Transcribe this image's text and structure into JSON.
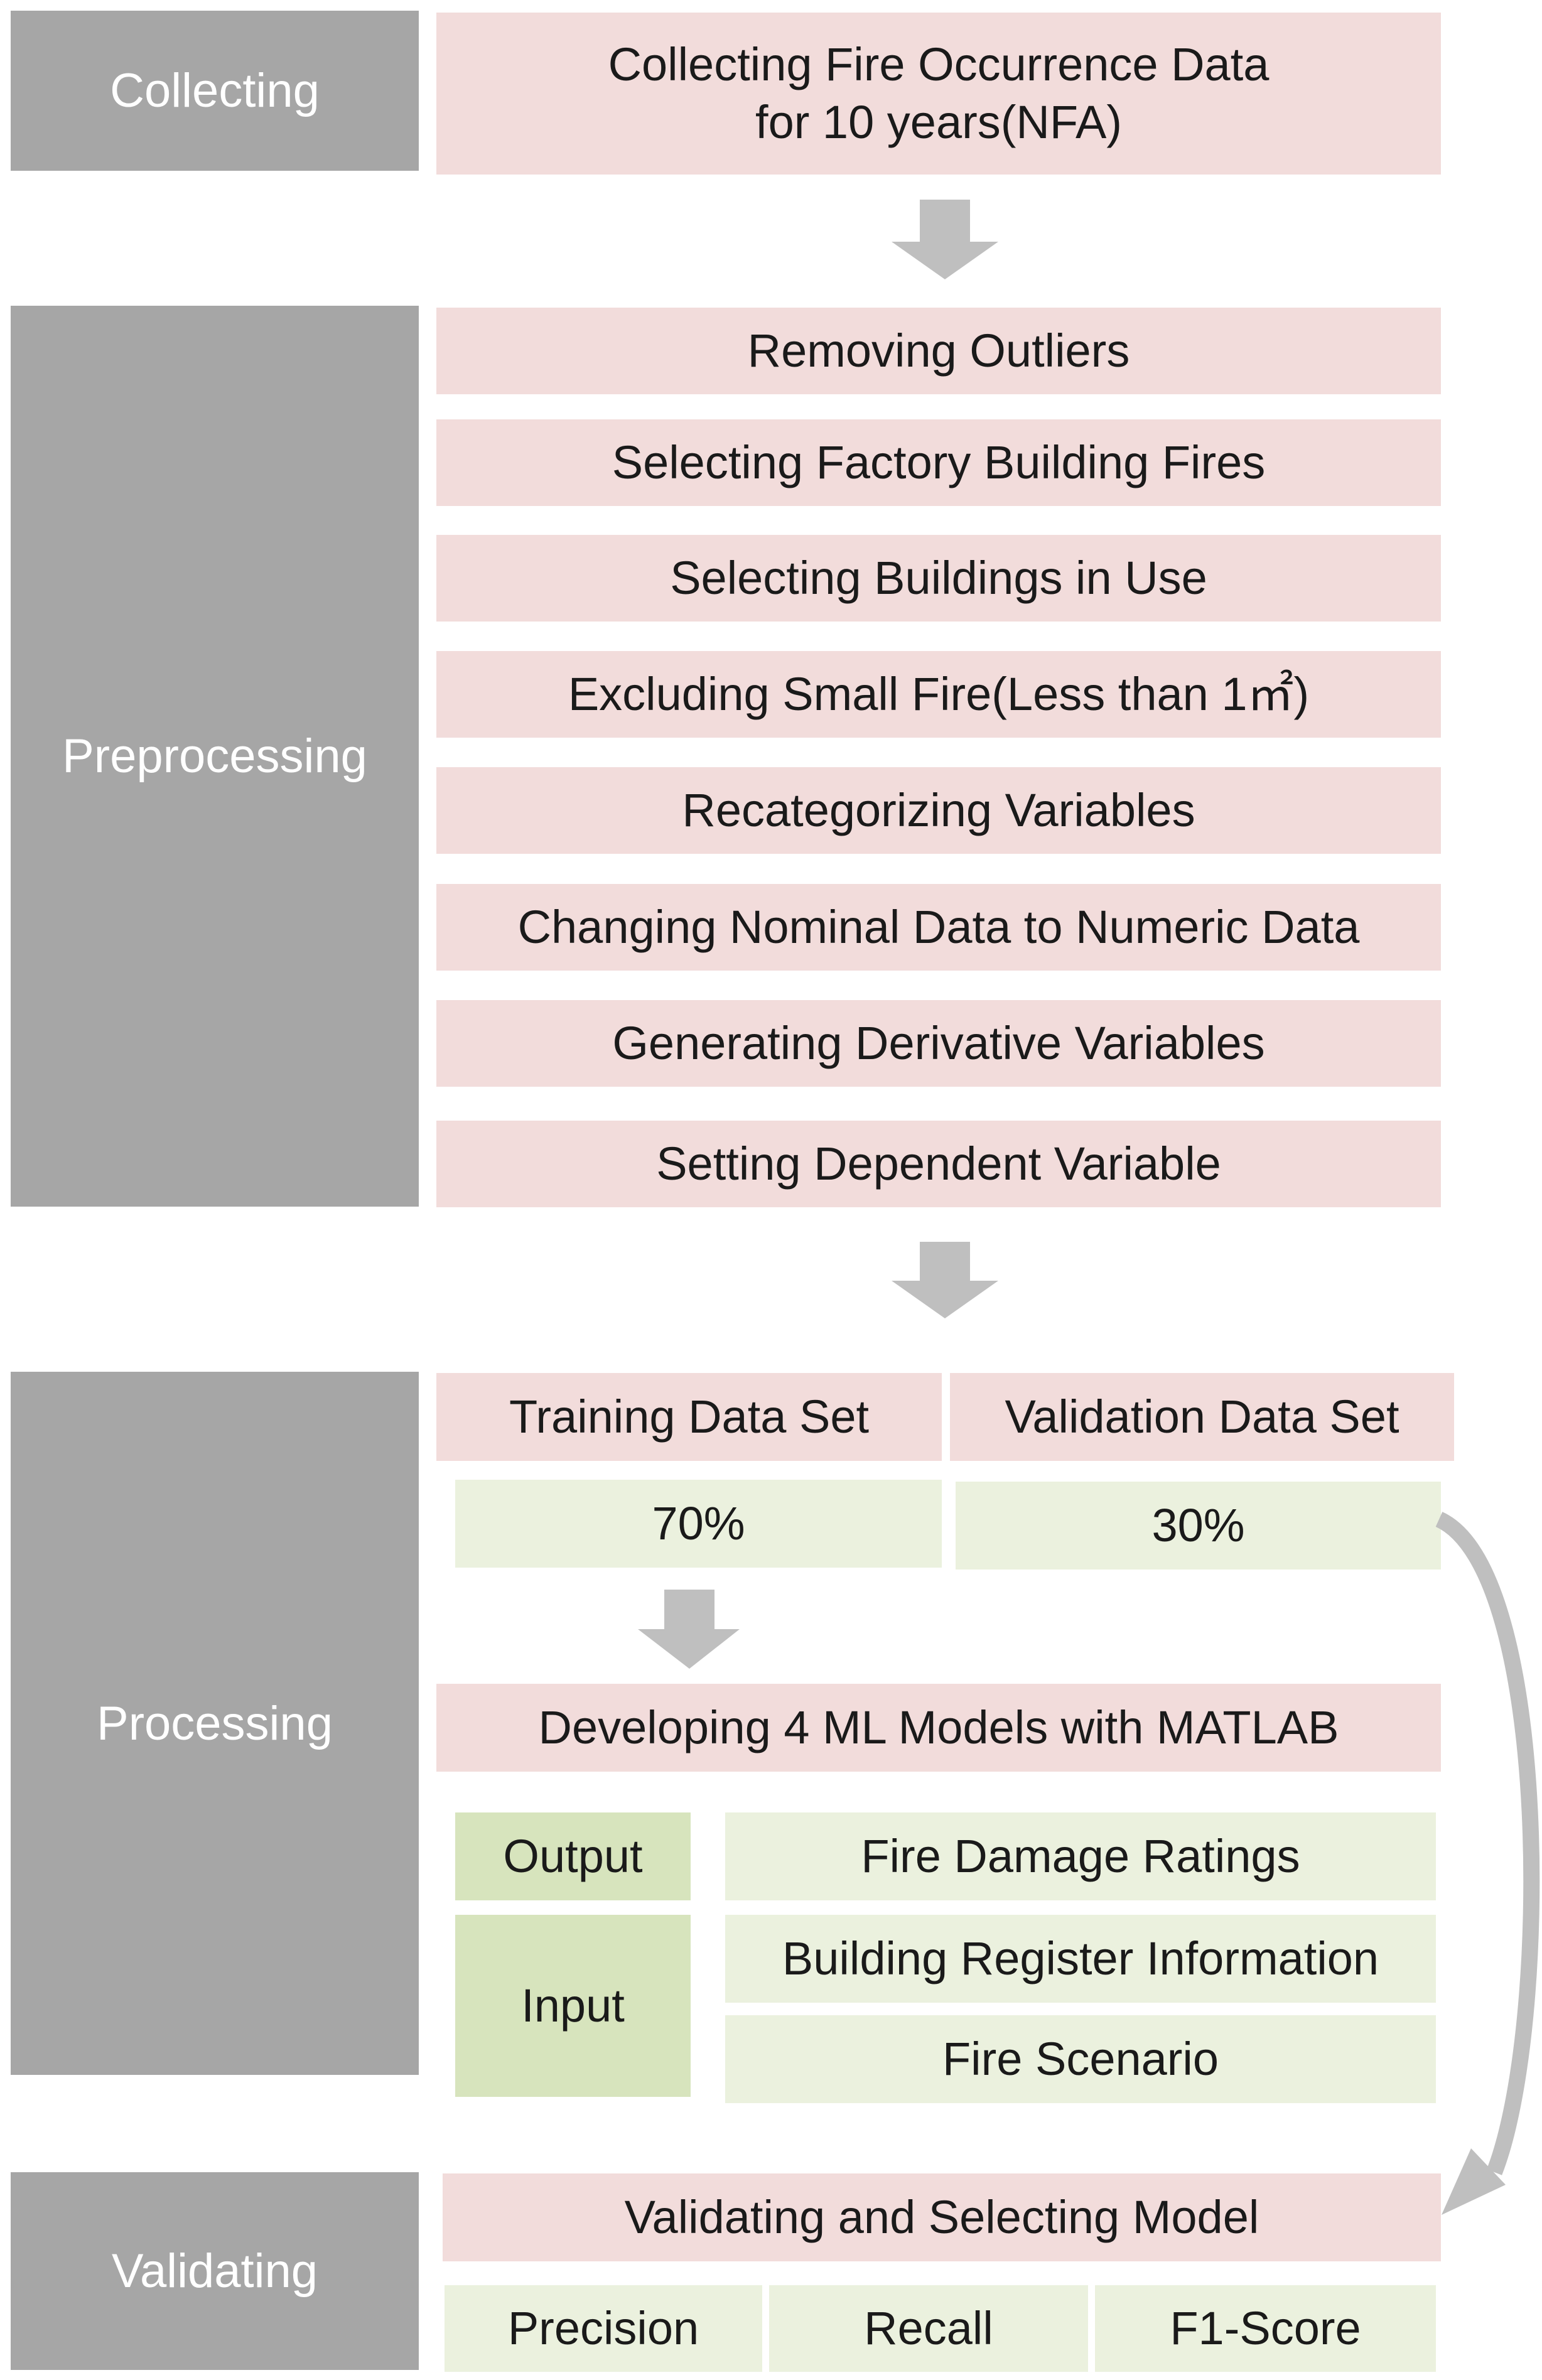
{
  "stages": {
    "collecting": "Collecting",
    "preprocessing": "Preprocessing",
    "processing": "Processing",
    "validating": "Validating"
  },
  "collecting": {
    "line1": "Collecting Fire Occurrence Data",
    "line2": "for 10 years(NFA)"
  },
  "preprocessing": {
    "steps": [
      "Removing Outliers",
      "Selecting Factory Building Fires",
      "Selecting Buildings in Use",
      "Excluding Small Fire(Less than 1㎡)",
      "Recategorizing Variables",
      "Changing Nominal Data to Numeric Data",
      "Generating Derivative Variables",
      "Setting Dependent Variable"
    ]
  },
  "processing": {
    "training_label": "Training Data Set",
    "validation_label": "Validation Data Set",
    "training_pct": "70%",
    "validation_pct": "30%",
    "develop": "Developing 4 ML Models with MATLAB",
    "output_label": "Output",
    "input_label": "Input",
    "output_value": "Fire Damage Ratings",
    "input_values": [
      "Building Register Information",
      "Fire Scenario"
    ]
  },
  "validating": {
    "title": "Validating and Selecting Model",
    "metrics": [
      "Precision",
      "Recall",
      "F1-Score"
    ]
  },
  "colors": {
    "stage_gray": "#a6a6a6",
    "pink": "#f2dcdb",
    "light_green": "#ebf1de",
    "dark_green": "#d7e4bd",
    "arrow_gray": "#bfbfbf"
  }
}
